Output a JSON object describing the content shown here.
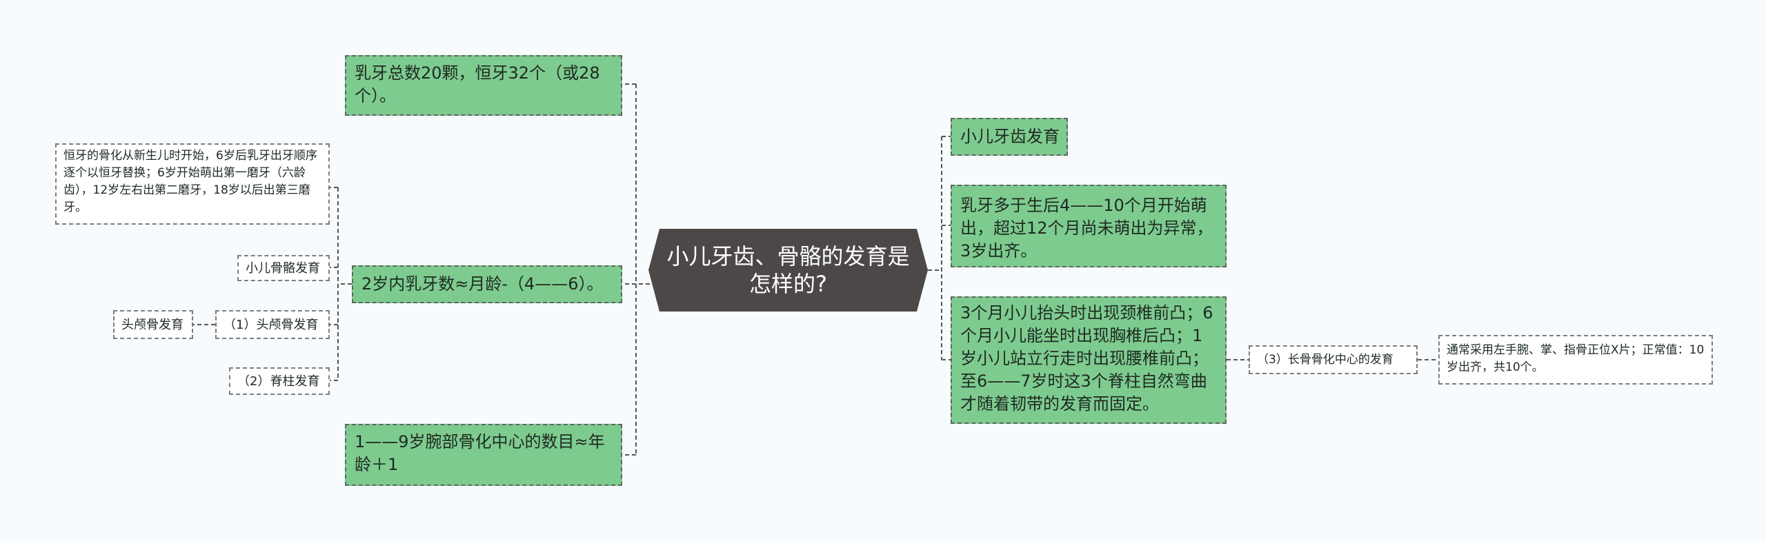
{
  "root": {
    "title": "小儿牙齿、骨骼的发育是怎样的?"
  },
  "left": {
    "teeth_count": "乳牙总数20颗，恒牙32个（或28个）。",
    "teeth_formula": "2岁内乳牙数≈月龄-（4——6）。",
    "wrist_formula": "1——9岁腕部骨化中心的数目≈年龄＋1",
    "perm_teeth_note": "恒牙的骨化从新生儿时开始，6岁后乳牙出牙顺序逐个以恒牙替换；6岁开始萌出第一磨牙（六龄齿），12岁左右出第二磨牙，18岁以后出第三磨牙。",
    "bone_dev": "小儿骨骼发育",
    "skull_dev": "（1）头颅骨发育",
    "skull_label": "头颅骨发育",
    "spine_dev": "（2）脊柱发育"
  },
  "right": {
    "teeth_dev": "小儿牙齿发育",
    "milk_teeth": "乳牙多于生后4——10个月开始萌出，超过12个月尚未萌出为异常，3岁出齐。",
    "spine_curves": "3个月小儿抬头时出现颈椎前凸；6个月小儿能坐时出现胸椎后凸；1岁小儿站立行走时出现腰椎前凸；至6——7岁时这3个脊柱自然弯曲才随着韧带的发育而固定。",
    "long_bone": "（3）长骨骨化中心的发育",
    "xray_note": "通常采用左手腕、掌、指骨正位X片；正常值：10岁出齐，共10个。"
  },
  "colors": {
    "green": "#7ecb8f",
    "root": "#4d4848",
    "line": "#555555"
  }
}
